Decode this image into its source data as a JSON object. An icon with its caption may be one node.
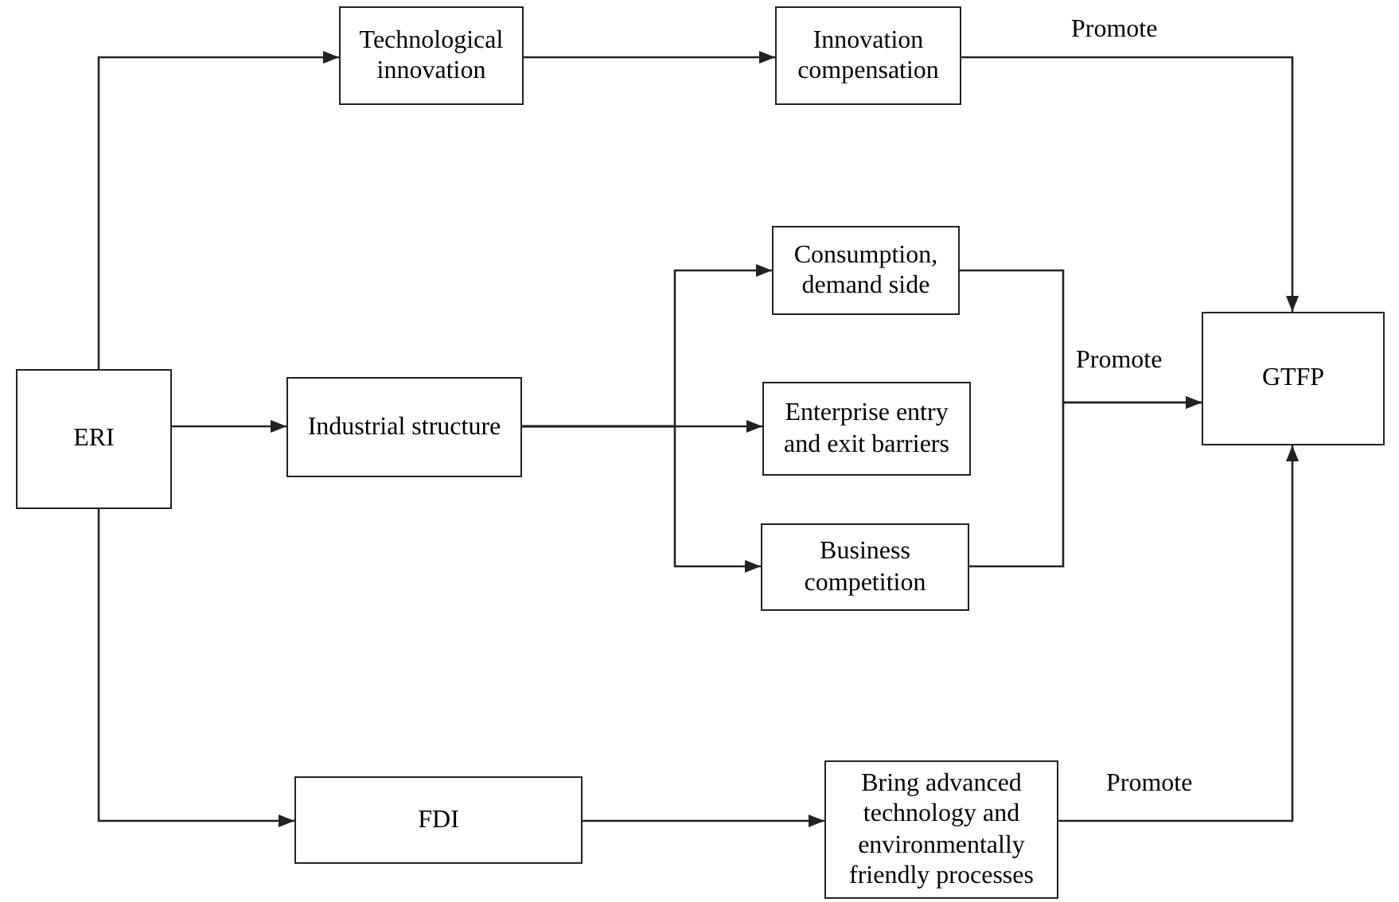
{
  "diagram": {
    "nodes": [
      {
        "text": [
          "ERI"
        ]
      },
      {
        "text": [
          "Technological innovation"
        ]
      },
      {
        "text": [
          "Innovation compensation"
        ]
      },
      {
        "text": [
          "Industrial structure"
        ]
      },
      {
        "text": [
          "Consumption, demand side"
        ]
      },
      {
        "text": [
          "Enterprise entry and exit barriers"
        ]
      },
      {
        "text": [
          "Business competition"
        ]
      },
      {
        "text": [
          "GTFP"
        ]
      },
      {
        "text": [
          "FDI"
        ]
      },
      {
        "text": [
          "Bring advanced technology and environmentally friendly processes"
        ]
      }
    ],
    "edges": [
      {
        "from": 0,
        "to": 1,
        "arrow": "to"
      },
      {
        "from": 1,
        "to": 2,
        "arrow": "to"
      },
      {
        "from": 2,
        "to": 7,
        "arrow": "to",
        "label": "Promote"
      },
      {
        "from": 0,
        "to": 3,
        "arrow": "to"
      },
      {
        "from": 3,
        "to": 4,
        "arrow": "to"
      },
      {
        "from": 3,
        "to": 5,
        "arrow": "to"
      },
      {
        "from": 3,
        "to": 6,
        "arrow": "to"
      },
      {
        "from": 4,
        "to": 7,
        "arrow": "to",
        "label": "Promote"
      },
      {
        "from": 6,
        "to": 7,
        "arrow": "to"
      },
      {
        "from": 0,
        "to": 8,
        "arrow": "to"
      },
      {
        "from": 8,
        "to": 9,
        "arrow": "to"
      },
      {
        "from": 9,
        "to": 7,
        "arrow": "to",
        "label": "Promote"
      }
    ]
  }
}
